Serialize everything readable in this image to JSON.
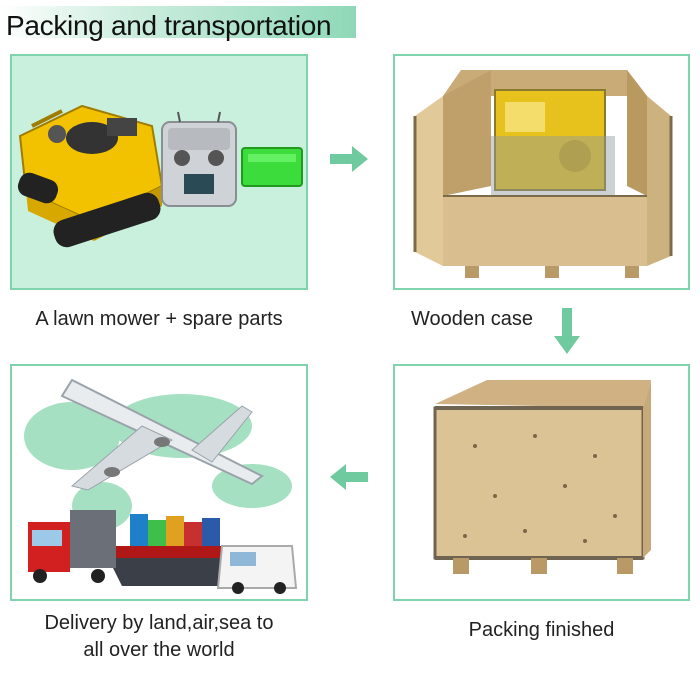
{
  "header": {
    "title": "Packing and transportation"
  },
  "steps": [
    {
      "caption": "A lawn mower + spare parts"
    },
    {
      "caption": "Wooden case"
    },
    {
      "caption_line1": "Delivery by land,air,sea to",
      "caption_line2": "all over the world"
    },
    {
      "caption": "Packing finished"
    }
  ],
  "colors": {
    "panel_bg": "#c9f0dc",
    "panel_border": "#7fd4ae",
    "arrow": "#6fcaa0",
    "mower_yellow": "#f2c200",
    "wood": "#d9bf90"
  },
  "icons": {
    "arrow_right": "arrow-right-icon",
    "arrow_down": "arrow-down-icon",
    "arrow_left": "arrow-left-icon"
  }
}
